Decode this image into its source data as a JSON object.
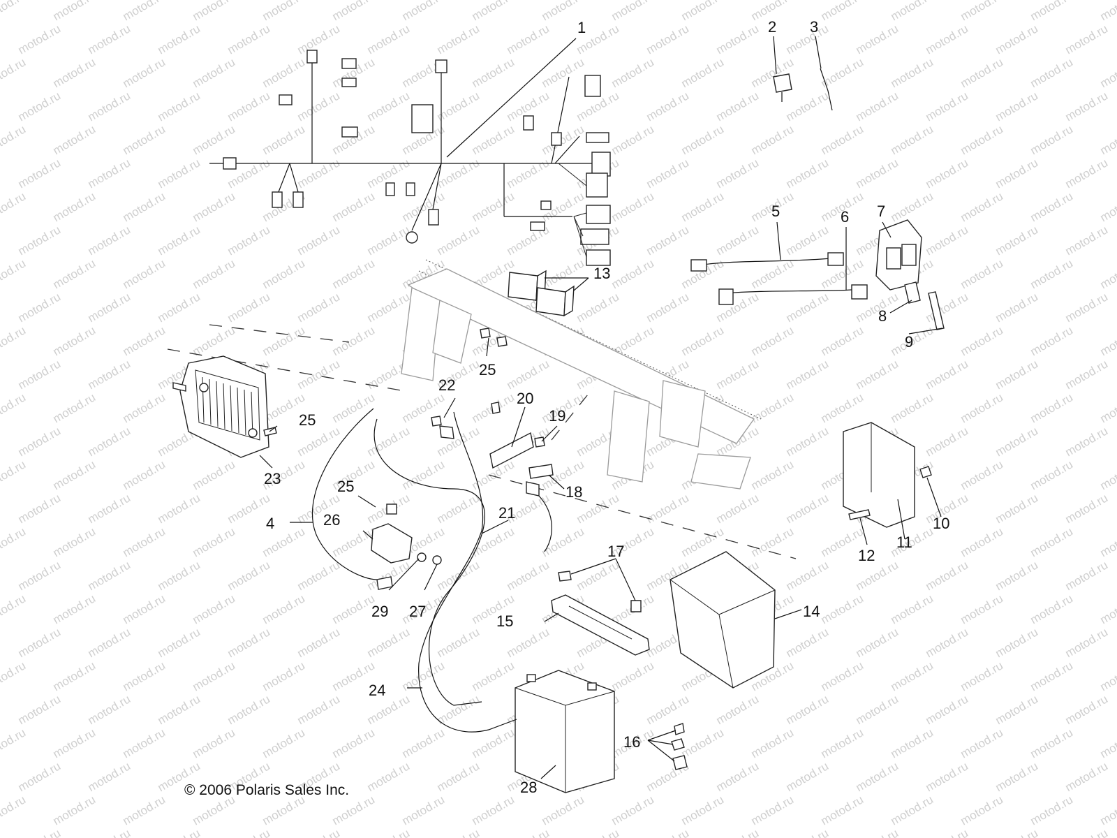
{
  "watermark": "motod.ru",
  "copyright": "© 2006 Polaris Sales Inc.",
  "callouts": {
    "c1": "1",
    "c2": "2",
    "c3": "3",
    "c4": "4",
    "c5": "5",
    "c6": "6",
    "c7": "7",
    "c8": "8",
    "c9": "9",
    "c10": "10",
    "c11": "11",
    "c12": "12",
    "c13": "13",
    "c14": "14",
    "c15": "15",
    "c16": "16",
    "c17": "17",
    "c18": "18",
    "c19": "19",
    "c20": "20",
    "c21": "21",
    "c22": "22",
    "c23": "23",
    "c24": "24",
    "c25a": "25",
    "c25b": "25",
    "c25c": "25",
    "c26": "26",
    "c27": "27",
    "c28": "28",
    "c29": "29"
  }
}
